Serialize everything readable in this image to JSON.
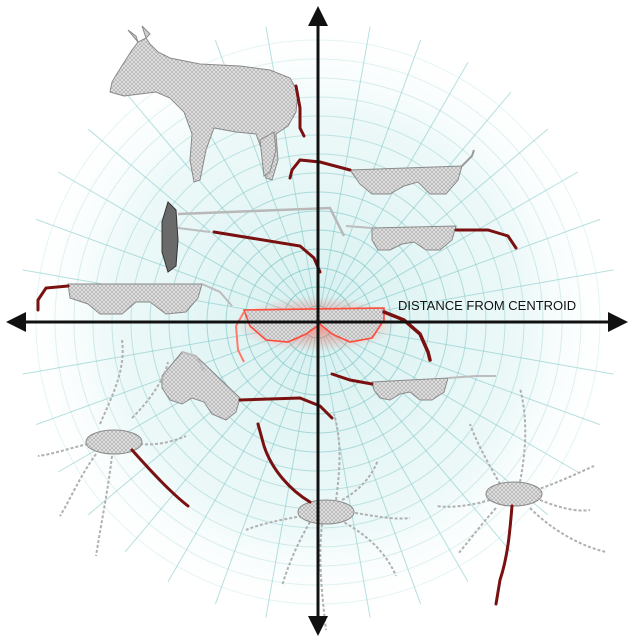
{
  "axis": {
    "label": "DISTANCE FROM CENTROID"
  },
  "colors": {
    "grid": "#7cc4c4",
    "glow": "#e6f6f6",
    "axis": "#111111",
    "mesh_fill": "#d2d2d2",
    "mesh_stroke": "#8a8a8a",
    "highlight": "#7a1010",
    "centroid_glow": "#ff3b2f"
  },
  "shapes": [
    {
      "kind": "donkey",
      "highlighted_part": "tail"
    },
    {
      "kind": "glasses",
      "highlighted_part": "temple-arm"
    },
    {
      "kind": "glasses",
      "highlighted_part": "temple-arm"
    },
    {
      "kind": "glasses",
      "highlighted_part": "temple-arm"
    },
    {
      "kind": "glasses",
      "highlighted_part": "temple-arm"
    },
    {
      "kind": "glasses",
      "highlighted_part": "temple-arm",
      "role": "centroid"
    },
    {
      "kind": "glasses",
      "highlighted_part": "temple-arm"
    },
    {
      "kind": "glasses",
      "highlighted_part": "temple-arm"
    },
    {
      "kind": "octopus",
      "highlighted_part": "leg"
    },
    {
      "kind": "octopus",
      "highlighted_part": "leg"
    },
    {
      "kind": "octopus",
      "highlighted_part": "leg"
    }
  ]
}
